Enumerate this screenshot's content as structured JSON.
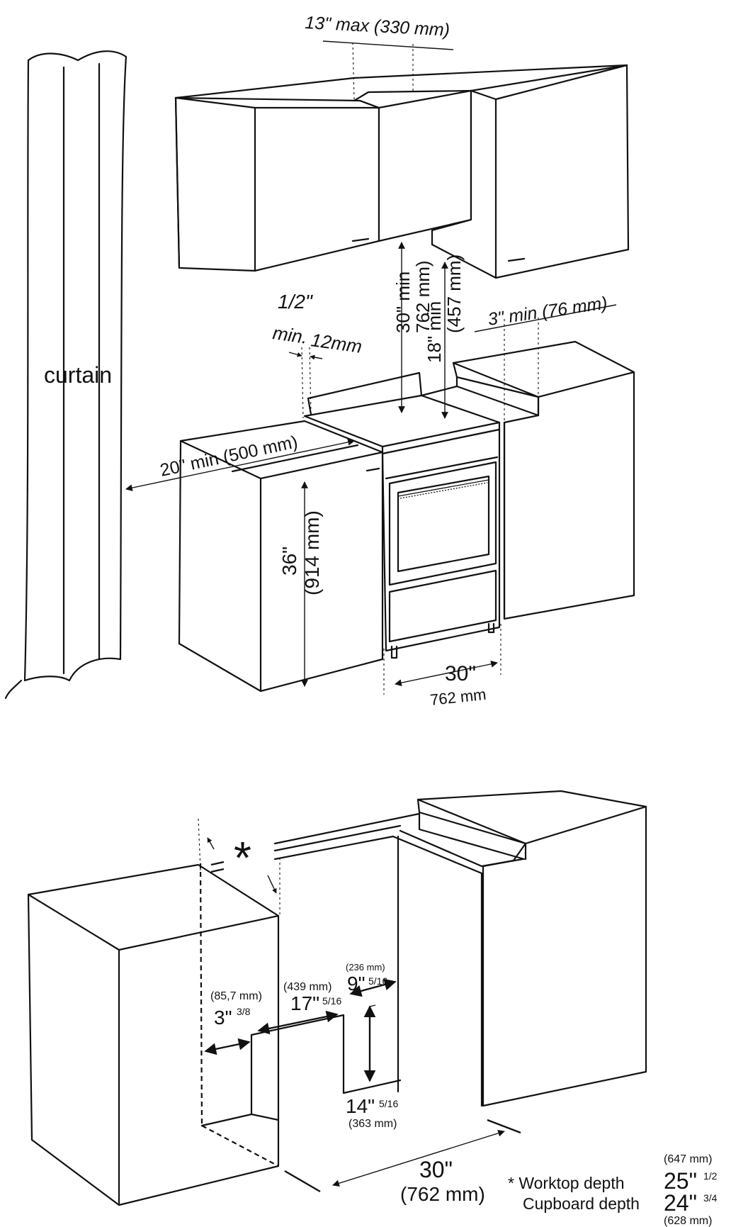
{
  "top_diagram": {
    "curtain_label": "curtain",
    "side_clearance": "13\" max (330 mm)",
    "hood_clearance_in": "30\" min",
    "hood_clearance_mm": "762 mm)",
    "upper_clearance_in": "18\" min",
    "upper_clearance_mm": "(457 mm)",
    "backsplash_gap_a": "1/2\"",
    "backsplash_gap_b": "min.",
    "backsplash_gap_c": "12mm",
    "right_gap": "3\" min (76 mm)",
    "curtain_distance": "20\" min (500 mm)",
    "counter_height_in": "36\"",
    "counter_height_mm": "(914 mm)",
    "width_in": "30\"",
    "width_mm": "762 mm"
  },
  "bottom_diagram": {
    "asterisk": "*",
    "dim_a_mm": "(85,7 mm)",
    "dim_a_in": "3\"",
    "dim_a_frac": "3/8",
    "dim_b_mm": "(439 mm)",
    "dim_b_in": "17\"",
    "dim_b_frac": "5/16",
    "dim_c_mm": "(236 mm)",
    "dim_c_in": "9\"",
    "dim_c_frac": "5/16",
    "dim_d_in": "14\"",
    "dim_d_frac": "5/16",
    "dim_d_mm": "(363 mm)",
    "width_in": "30\"",
    "width_mm": "(762 mm)"
  },
  "legend": {
    "worktop_mm": "(647 mm)",
    "worktop_label": "* Worktop depth",
    "worktop_in": "25\"",
    "worktop_frac": "1/2",
    "cupboard_label": "Cupboard depth",
    "cupboard_in": "24\"",
    "cupboard_frac": "3/4",
    "cupboard_mm": "(628 mm)"
  }
}
